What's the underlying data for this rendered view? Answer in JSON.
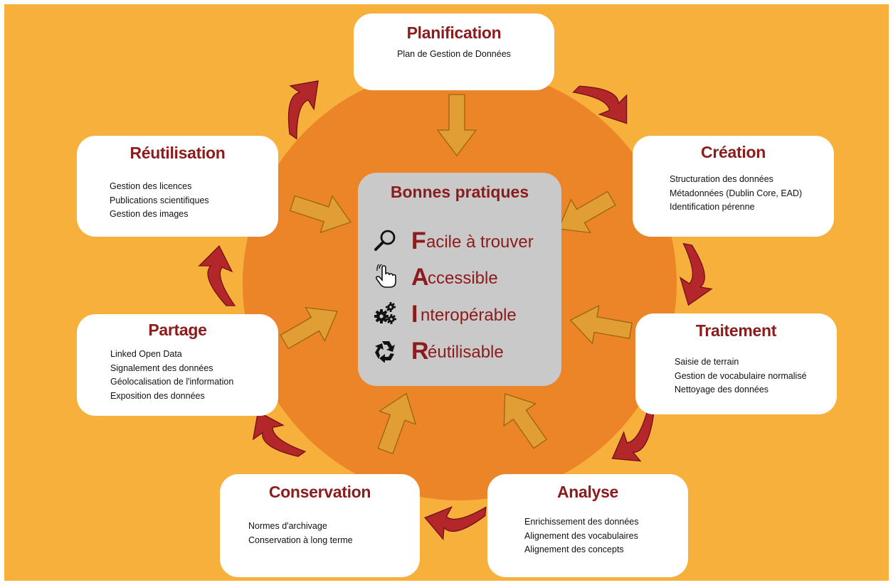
{
  "center": {
    "title": "Bonnes pratiques",
    "items": [
      {
        "letter": "F",
        "rest": "acile à trouver",
        "icon": "magnifier-icon"
      },
      {
        "letter": "A",
        "rest": "ccessible",
        "icon": "hand-pointer-icon"
      },
      {
        "letter": "I",
        "rest": "nteropérable",
        "icon": "gears-icon"
      },
      {
        "letter": "R",
        "rest": "éutilisable",
        "icon": "recycle-icon"
      }
    ]
  },
  "stages": {
    "planification": {
      "title": "Planification",
      "lines": [
        "Plan de Gestion de Données"
      ]
    },
    "creation": {
      "title": "Création",
      "lines": [
        "Structuration des données",
        "Métadonnées (Dublin Core, EAD)",
        "Identification pérenne"
      ]
    },
    "traitement": {
      "title": "Traitement",
      "lines": [
        "Saisie de terrain",
        "Gestion de vocabulaire normalisé",
        "Nettoyage des données"
      ]
    },
    "analyse": {
      "title": "Analyse",
      "lines": [
        "Enrichissement des données",
        "Alignement des vocabulaires",
        "Alignement des concepts"
      ]
    },
    "conservation": {
      "title": "Conservation",
      "lines": [
        "Normes d'archivage",
        "Conservation à long terme"
      ]
    },
    "partage": {
      "title": "Partage",
      "lines": [
        "Linked Open Data",
        "Signalement des données",
        "Géolocalisation de l'information",
        "Exposition des données"
      ]
    },
    "reutilisation": {
      "title": "Réutilisation",
      "lines": [
        "Gestion des licences",
        "Publications scientifiques",
        "Gestion des images"
      ]
    }
  },
  "colors": {
    "background": "#f8b03c",
    "circle": "#ec8428",
    "title_red": "#8c1b1c",
    "cycle_arrow": "#b3262a",
    "inward_arrow": "#e09e35",
    "center_box": "#c9c9c9"
  }
}
